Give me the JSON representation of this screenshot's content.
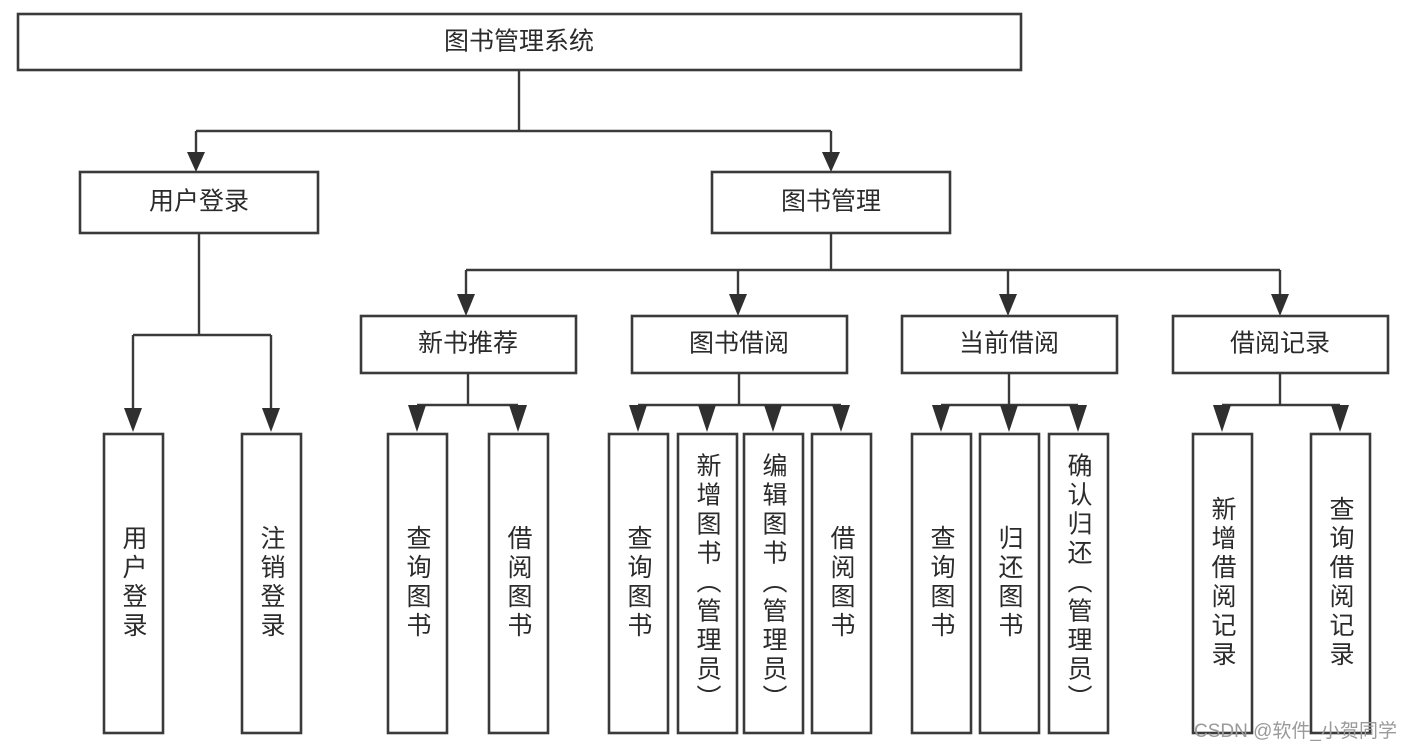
{
  "diagram": {
    "title": "图书管理系统",
    "watermark": "CSDN @软件_小贺同学",
    "colors": {
      "border": "#3a3a3a",
      "text": "#2b2b2b",
      "background": "#ffffff",
      "arrow": "#2f2f2f",
      "watermark": "#9a9a9a"
    },
    "root": {
      "label": "图书管理系统"
    },
    "level2": [
      {
        "label": "用户登录"
      },
      {
        "label": "图书管理"
      }
    ],
    "level3": [
      {
        "label": "新书推荐"
      },
      {
        "label": "图书借阅"
      },
      {
        "label": "当前借阅"
      },
      {
        "label": "借阅记录"
      }
    ],
    "leaves": {
      "user_login": [
        {
          "label": "用户登录"
        },
        {
          "label": "注销登录"
        }
      ],
      "new_book_recommend": [
        {
          "label": "查询图书"
        },
        {
          "label": "借阅图书"
        }
      ],
      "book_borrow": [
        {
          "label": "查询图书"
        },
        {
          "label": "新增图书（管理员）"
        },
        {
          "label": "编辑图书（管理员）"
        },
        {
          "label": "借阅图书"
        }
      ],
      "current_borrow": [
        {
          "label": "查询图书"
        },
        {
          "label": "归还图书"
        },
        {
          "label": "确认归还（管理员）"
        }
      ],
      "borrow_record": [
        {
          "label": "新增借阅记录"
        },
        {
          "label": "查询借阅记录"
        }
      ]
    }
  }
}
